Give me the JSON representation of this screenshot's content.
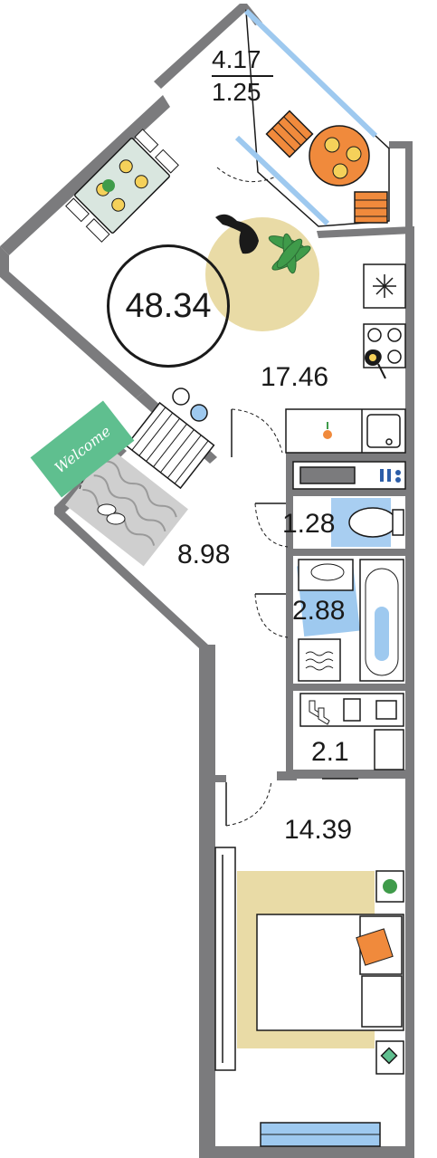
{
  "plan": {
    "total_area": "48.34",
    "balcony_area_top": "4.17",
    "balcony_area_bottom": "1.25",
    "rooms": [
      {
        "name": "kitchen-living",
        "area": "17.46"
      },
      {
        "name": "wc",
        "area": "1.28"
      },
      {
        "name": "hallway",
        "area": "8.98"
      },
      {
        "name": "bathroom",
        "area": "2.88"
      },
      {
        "name": "wardrobe",
        "area": "2.1"
      },
      {
        "name": "bedroom",
        "area": "14.39"
      }
    ],
    "welcome_mat_text": "Welcome"
  },
  "colors": {
    "wall": "#7b7b7d",
    "furniture_line": "#1a1a1a",
    "green": "#5fbf8f",
    "rug": "#e9dba6",
    "blue": "#9ec9ef",
    "table": "#d9e6df",
    "orange": "#f08a3c"
  }
}
